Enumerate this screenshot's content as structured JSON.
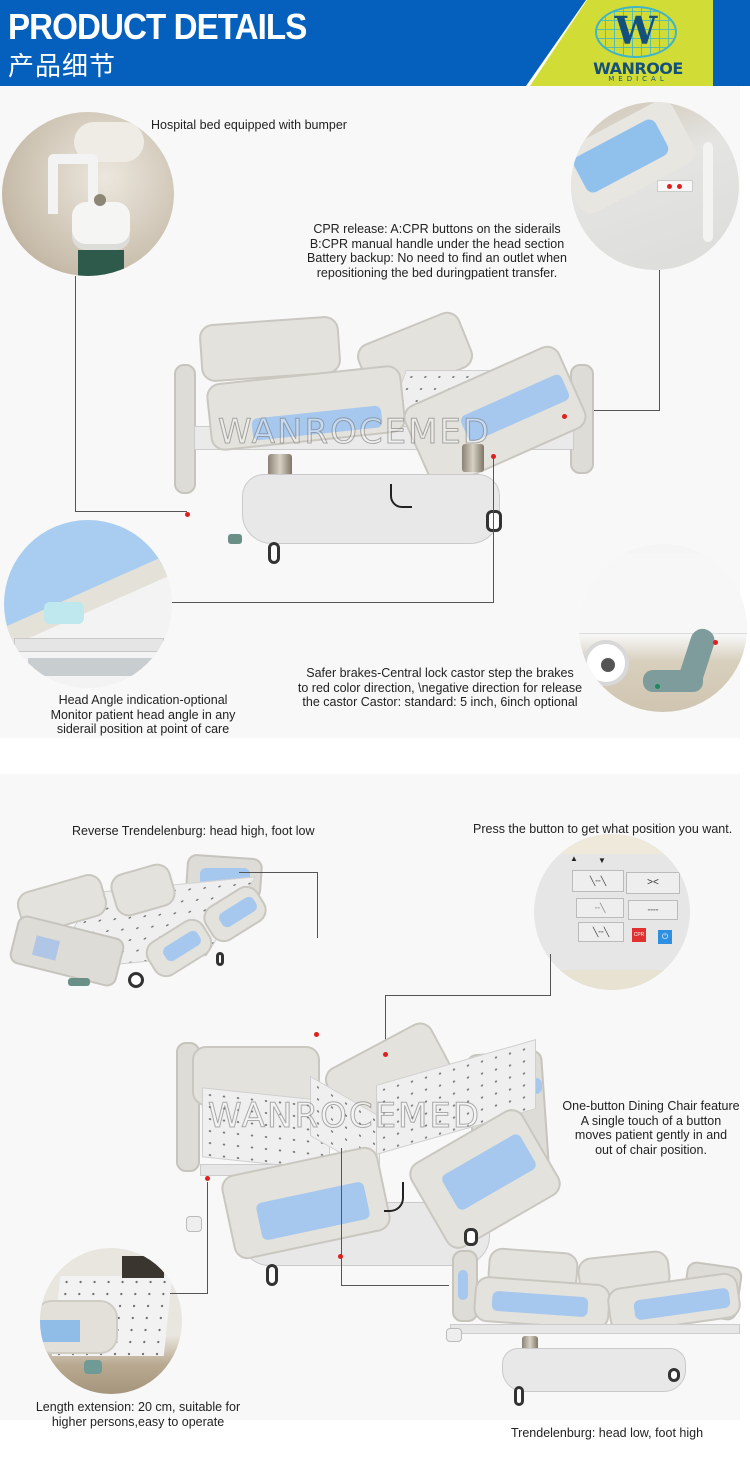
{
  "header": {
    "title": "PRODUCT DETAILS",
    "subtitle_cn": "产品细节",
    "background_color": "#0560bd",
    "logo": {
      "mark": "W",
      "name": "WANROOE",
      "sub": "MEDICAL",
      "band_color": "#d2dc36",
      "text_color": "#14507c"
    }
  },
  "section1": {
    "watermark": "WANROCEMED",
    "callouts": {
      "bumper": "Hospital bed equipped with bumper",
      "cpr": [
        "CPR release: A:CPR buttons on the siderails",
        "B:CPR manual handle under the head section",
        "Battery backup: No need to find an outlet when",
        "repositioning the bed duringpatient transfer."
      ],
      "head_angle": [
        "Head Angle indication-optional",
        "Monitor patient head angle in any",
        "siderail position at point of care"
      ],
      "brakes": [
        "Safer brakes-Central lock castor step the brakes",
        "to red color direction, \\negative direction for release",
        "the castor Castor: standard: 5 inch, 6inch optional"
      ]
    }
  },
  "section2": {
    "watermark": "WANROCEMED",
    "callouts": {
      "reverse_trendelenburg": "Reverse Trendelenburg: head high, foot low",
      "press_button": "Press the button to get what position you want.",
      "dining_chair": [
        "One-button Dining Chair feature",
        "A single touch of a button",
        "moves patient gently in and",
        "out of chair position."
      ],
      "length_extension": [
        "Length extension: 20 cm, suitable for",
        "higher persons,easy to operate"
      ],
      "trendelenburg": "Trendelenburg: head low, foot high"
    },
    "control_panel": {
      "cpr_label": "CPR",
      "power_icon": "power-icon"
    }
  }
}
